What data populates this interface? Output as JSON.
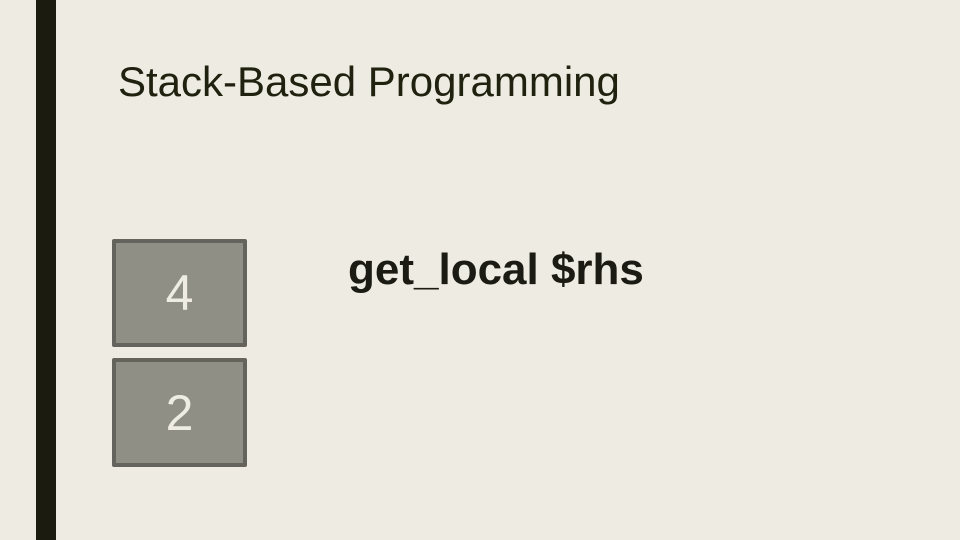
{
  "slide": {
    "title": "Stack-Based Programming",
    "instruction": "get_local $rhs",
    "stack": {
      "items": [
        {
          "value": "4"
        },
        {
          "value": "2"
        }
      ]
    },
    "colors": {
      "background": "#EDEBE2",
      "accent_bar": "#1B1C0F",
      "title_text": "#20210F",
      "instruction_text": "#1B1B13",
      "box_fill": "#8F8F86",
      "box_border": "#64645C",
      "box_value_text": "#EFEDE3"
    }
  }
}
